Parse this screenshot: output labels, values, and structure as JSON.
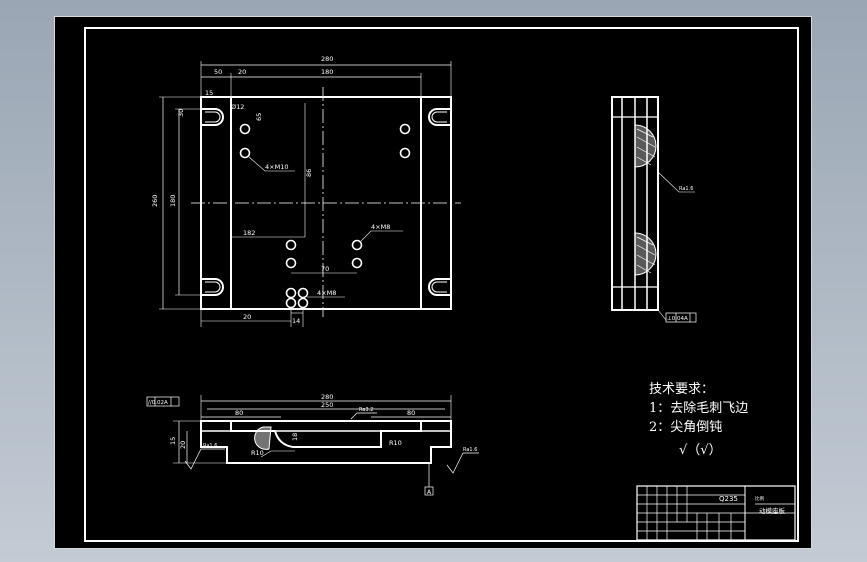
{
  "drawing": {
    "top_view": {
      "dims": {
        "overall_width": "280",
        "left_offset": "50",
        "gap": "20",
        "inner_width": "180",
        "slot_width": "15",
        "hole_label_left": "Ø12",
        "hole_callout_1": "4×M10",
        "hole_callout_2": "4×M8",
        "hole_callout_3": "4×M8",
        "horiz_182": "182",
        "horiz_70": "70",
        "bottom_20": "20",
        "bottom_14": "14",
        "left_overall_height": "260",
        "left_inner_height": "180",
        "vert_30": "30",
        "vert_86": "86",
        "vert_65": "65"
      }
    },
    "front_view": {
      "dims": {
        "overall_width": "280",
        "inner_250": "250",
        "left_80": "80",
        "right_80": "80",
        "radius_r10": "R10",
        "radius_r10b": "R10",
        "dim_15": "15",
        "dim_20": "20",
        "dim_18": "18",
        "gdt_frame": "//0.02A",
        "roughness_1": "Ra1.6",
        "roughness_2": "Ra3.2",
        "roughness_3": "Ra1.6",
        "datum": "A"
      }
    },
    "side_view": {
      "dims": {
        "roughness": "Ra1.6",
        "gdt_frame": "⊥0.04A"
      }
    },
    "tech_requirements": {
      "heading": "技术要求：",
      "items": [
        "1：去除毛刺飞边",
        "2：尖角倒钝"
      ],
      "symbol": "√（√）"
    },
    "title_block": {
      "material": "Q235",
      "part_name": "动模座板",
      "scale_label": "比例"
    }
  },
  "colors": {
    "background_top": "#9aa6b4",
    "sheet": "#000000",
    "lines": "#ffffff",
    "hatch": "#ffffff"
  }
}
